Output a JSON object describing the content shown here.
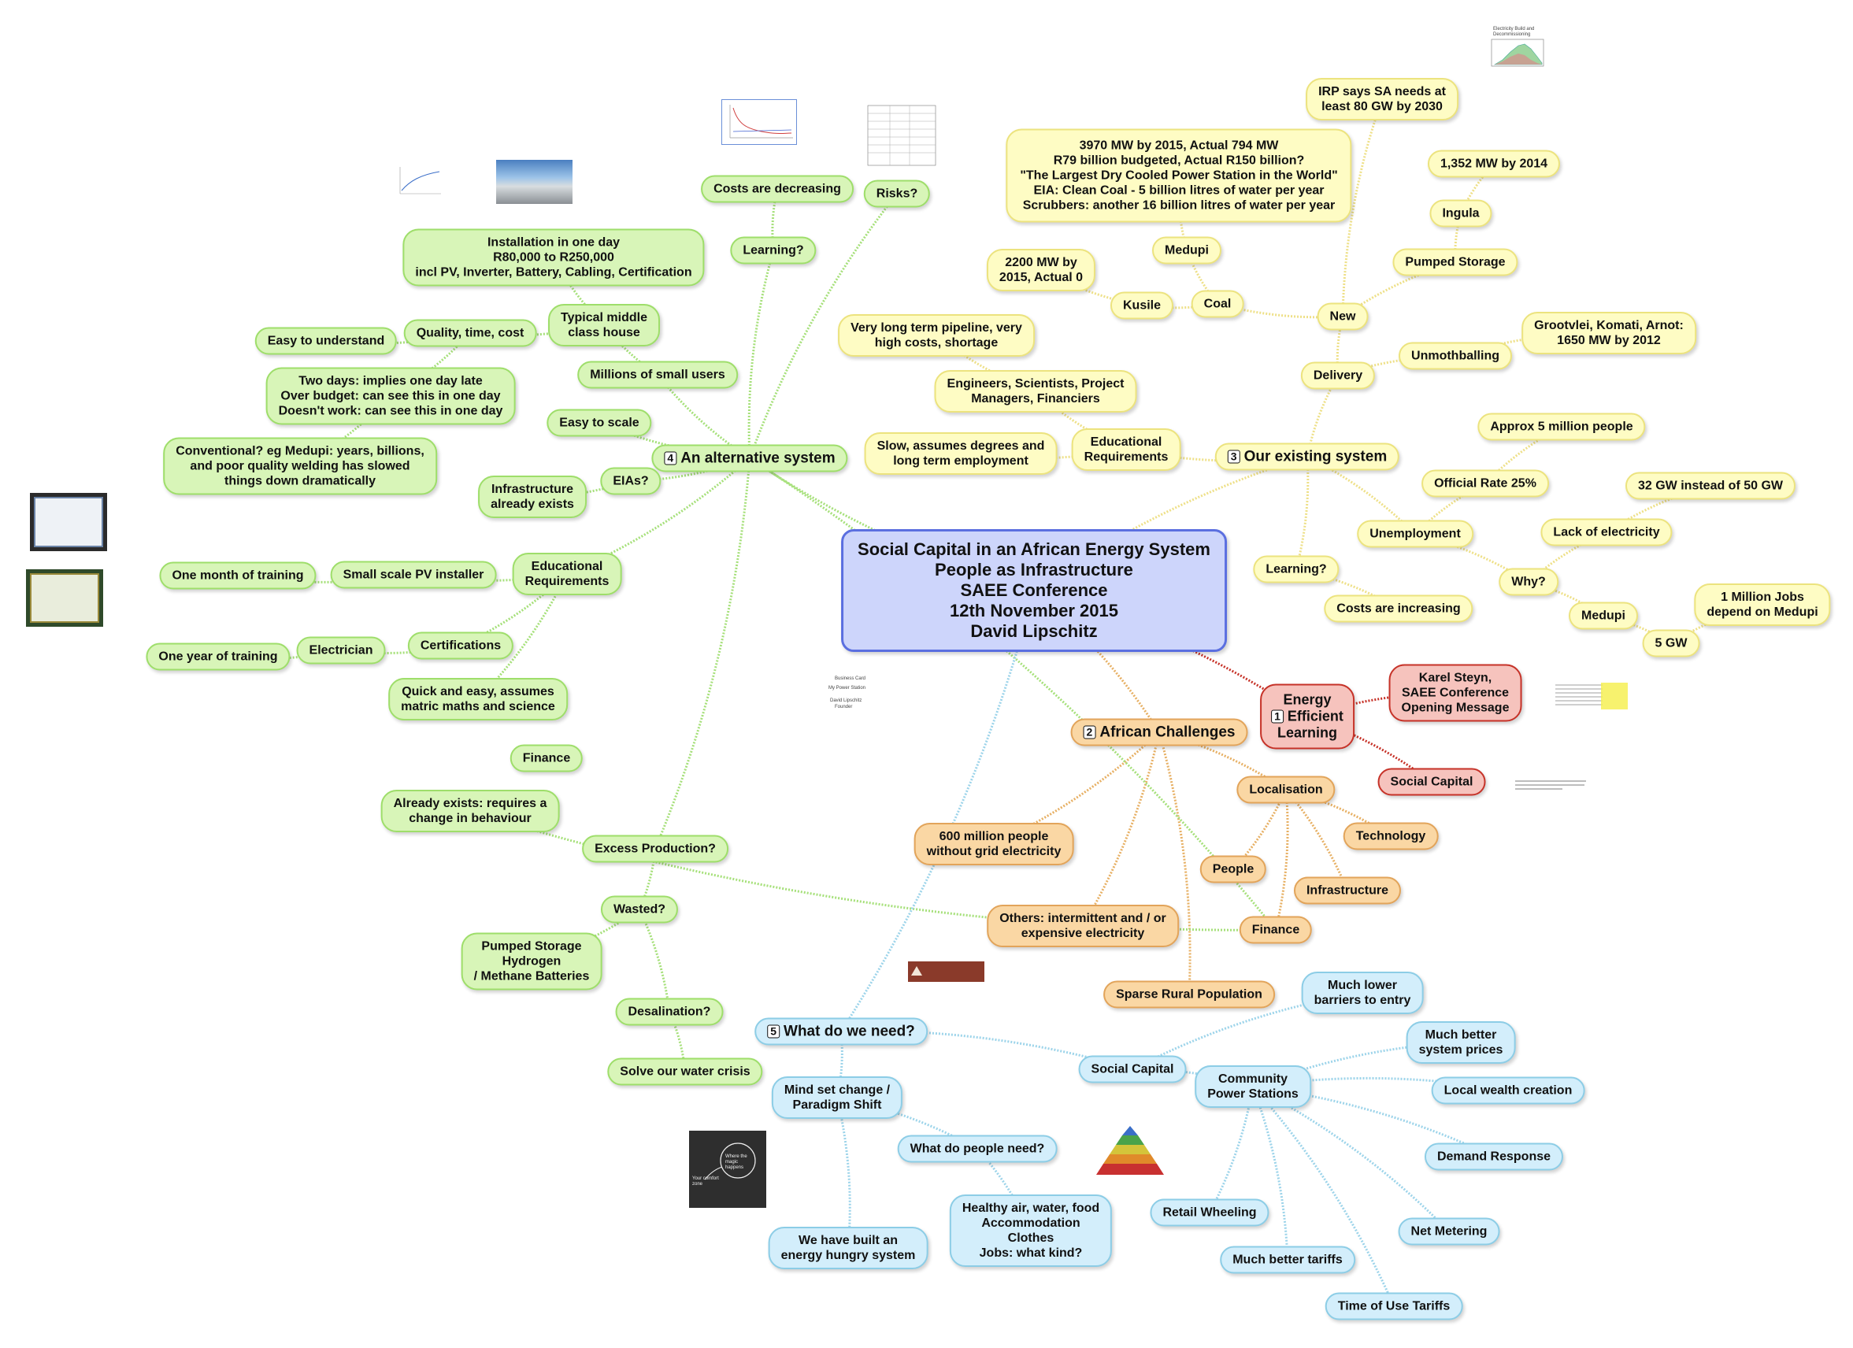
{
  "center": {
    "lines": [
      "Social Capital in an African Energy System",
      "People as Infrastructure",
      "SAEE Conference",
      "12th November 2015",
      "David Lipschitz"
    ]
  },
  "main_topics": {
    "learning": {
      "num": "1",
      "lines": [
        "Energy",
        "Efficient",
        "Learning"
      ]
    },
    "african": {
      "num": "2",
      "label": "African Challenges"
    },
    "existing": {
      "num": "3",
      "label": "Our existing system"
    },
    "alternative": {
      "num": "4",
      "label": "An alternative system"
    },
    "need": {
      "num": "5",
      "label": "What do we need?"
    }
  },
  "learning_branch": {
    "karel": [
      "Karel Steyn,",
      "SAEE Conference",
      "Opening Message"
    ],
    "social_capital": "Social Capital"
  },
  "african_branch": {
    "million": [
      "600 million people",
      "without grid electricity"
    ],
    "others": [
      "Others: intermittent and / or",
      "expensive electricity"
    ],
    "sparse": "Sparse Rural Population",
    "localisation": "Localisation",
    "people": "People",
    "finance": "Finance",
    "infrastructure": "Infrastructure",
    "technology": "Technology"
  },
  "existing_branch": {
    "delivery": "Delivery",
    "new": "New",
    "coal": "Coal",
    "kusile": "Kusile",
    "kusile_detail": [
      "2200 MW by",
      "2015, Actual 0"
    ],
    "medupi_top": "Medupi",
    "medupi_detail": [
      "3970 MW by 2015, Actual 794 MW",
      "R79 billion budgeted, Actual R150 billion?",
      "\"The Largest Dry Cooled Power Station in the World\"",
      "EIA: Clean Coal - 5 billion litres of water per year",
      "Scrubbers: another 16 billion litres of water per year"
    ],
    "irp": [
      "IRP says SA needs at",
      "least 80 GW by 2030"
    ],
    "pumped": "Pumped Storage",
    "ingula": "Ingula",
    "ingula_mw": "1,352 MW by 2014",
    "unmoth": "Unmothballing",
    "grootvlei": [
      "Grootvlei, Komati, Arnot:",
      "1650 MW by 2012"
    ],
    "edu_req": [
      "Educational",
      "Requirements"
    ],
    "engineers": [
      "Engineers, Scientists, Project",
      "Managers, Financiers"
    ],
    "pipeline": [
      "Very long term pipeline, very",
      "high costs, shortage"
    ],
    "slow": [
      "Slow, assumes degrees and",
      "long term employment"
    ],
    "learning_q": "Learning?",
    "costs_inc": "Costs are increasing",
    "unemployment": "Unemployment",
    "official": "Official Rate 25%",
    "approx": "Approx 5 million people",
    "why": "Why?",
    "lack": "Lack of electricity",
    "gw32": "32 GW instead of 50 GW",
    "medupi_low": "Medupi",
    "gw5": "5 GW",
    "jobs": [
      "1 Million Jobs",
      "depend on Medupi"
    ]
  },
  "alternative_branch": {
    "learning_q": "Learning?",
    "costs_dec": "Costs are decreasing",
    "risks": "Risks?",
    "install": [
      "Installation in one day",
      "R80,000 to R250,000",
      "incl PV, Inverter, Battery, Cabling, Certification"
    ],
    "typical": [
      "Typical middle",
      "class house"
    ],
    "quality": "Quality, time, cost",
    "easy_understand": "Easy to understand",
    "two_days": [
      "Two days: implies one day late",
      "Over budget: can see this in one day",
      "Doesn't work: can see this in one day"
    ],
    "conventional": [
      "Conventional? eg Medupi: years, billions,",
      "and poor quality welding has slowed",
      "things down dramatically"
    ],
    "millions": "Millions of small users",
    "easy_scale": "Easy to scale",
    "eias": "EIAs?",
    "infra_exists": [
      "Infrastructure",
      "already exists"
    ],
    "edu_req": [
      "Educational",
      "Requirements"
    ],
    "small_pv": "Small scale PV installer",
    "one_month": "One month of training",
    "certs": "Certifications",
    "electrician": "Electrician",
    "one_year": "One year of training",
    "quick": [
      "Quick and easy, assumes",
      "matric maths and science"
    ],
    "finance": "Finance",
    "already": [
      "Already exists: requires a",
      "change in behaviour"
    ],
    "excess": "Excess Production?",
    "wasted": "Wasted?",
    "pumped": [
      "Pumped Storage",
      "Hydrogen",
      "/ Methane Batteries"
    ],
    "desal": "Desalination?",
    "water": "Solve our water crisis"
  },
  "need_branch": {
    "mindset": [
      "Mind set change /",
      "Paradigm Shift"
    ],
    "hungry": [
      "We have built an",
      "energy hungry system"
    ],
    "people_need": "What do people need?",
    "healthy": [
      "Healthy air, water, food",
      "Accommodation",
      "Clothes",
      "Jobs: what kind?"
    ],
    "social": "Social Capital",
    "community": [
      "Community",
      "Power Stations"
    ],
    "lower": [
      "Much lower",
      "barriers to entry"
    ],
    "better_sys": [
      "Much better",
      "system prices"
    ],
    "wealth": "Local wealth creation",
    "demand": "Demand Response",
    "net": "Net Metering",
    "tou": "Time of Use Tariffs",
    "tariffs": "Much better tariffs",
    "wheeling": "Retail Wheeling"
  },
  "thumbnails": {
    "chart_caption": "Electricity Build and Decommissioning",
    "business_card": [
      "Business Card",
      "My Power Station",
      "David Lipschitz",
      "Founder"
    ],
    "blackboard": [
      "Your comfort zone",
      "Where the magic happens"
    ]
  },
  "colors": {
    "green": "#d8f5b8",
    "yellow": "#fefcc4",
    "orange": "#fad7a4",
    "red": "#f6c3bd",
    "blue": "#d3eefb",
    "center": "#cdd5fb"
  }
}
